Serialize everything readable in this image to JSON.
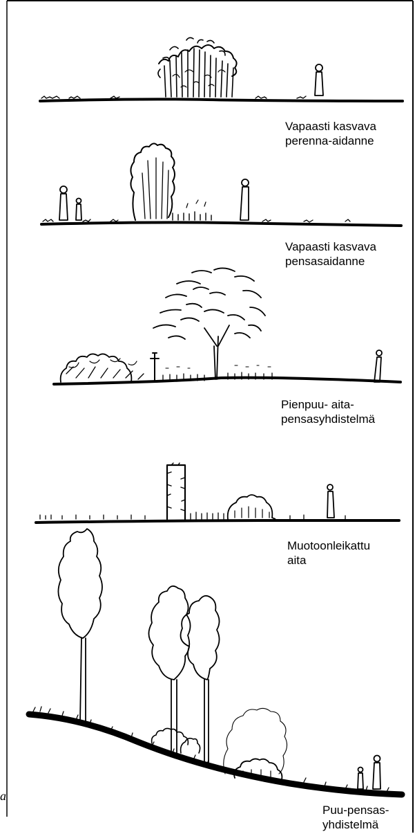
{
  "scenes": [
    {
      "id": "perennial",
      "label_lines": [
        "Vapaasti kasvava",
        "perenna-aidanne"
      ]
    },
    {
      "id": "shrub",
      "label_lines": [
        "Vapaasti kasvava",
        "pensasaidanne"
      ]
    },
    {
      "id": "smalltree",
      "label_lines": [
        "Pienpuu- aita-",
        "pensasyhdistelmä"
      ]
    },
    {
      "id": "clipped",
      "label_lines": [
        "Muotoonleikattu",
        "aita"
      ]
    },
    {
      "id": "treeshrub",
      "label_lines": [
        "Puu-pensas-",
        "yhdistelmä"
      ]
    }
  ],
  "margin_mark": "a"
}
